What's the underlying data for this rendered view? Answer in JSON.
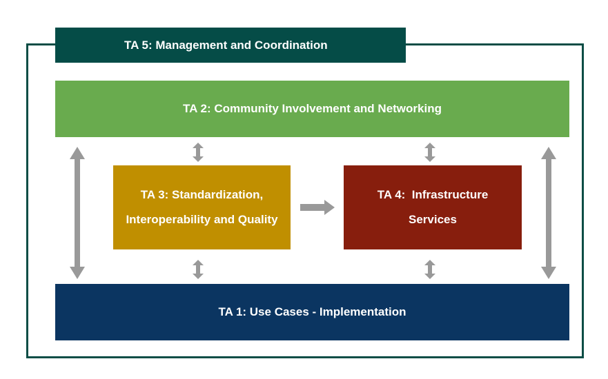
{
  "boxes": {
    "ta5": {
      "label": "TA 5: Management and Coordination",
      "color": "#054c47"
    },
    "ta2": {
      "label": "TA 2: Community Involvement and Networking",
      "color": "#69ab4e"
    },
    "ta3": {
      "line1": "TA 3: Standardization,",
      "line2": "Interoperability and Quality",
      "color": "#c08f00"
    },
    "ta4": {
      "line1": "TA 4:  Infrastructure",
      "line2": "Services",
      "color": "#871e0d"
    },
    "ta1": {
      "label": "TA 1: Use Cases - Implementation",
      "color": "#0b3561"
    }
  },
  "colors": {
    "frame": "#0b4d45",
    "arrow": "#999999"
  }
}
